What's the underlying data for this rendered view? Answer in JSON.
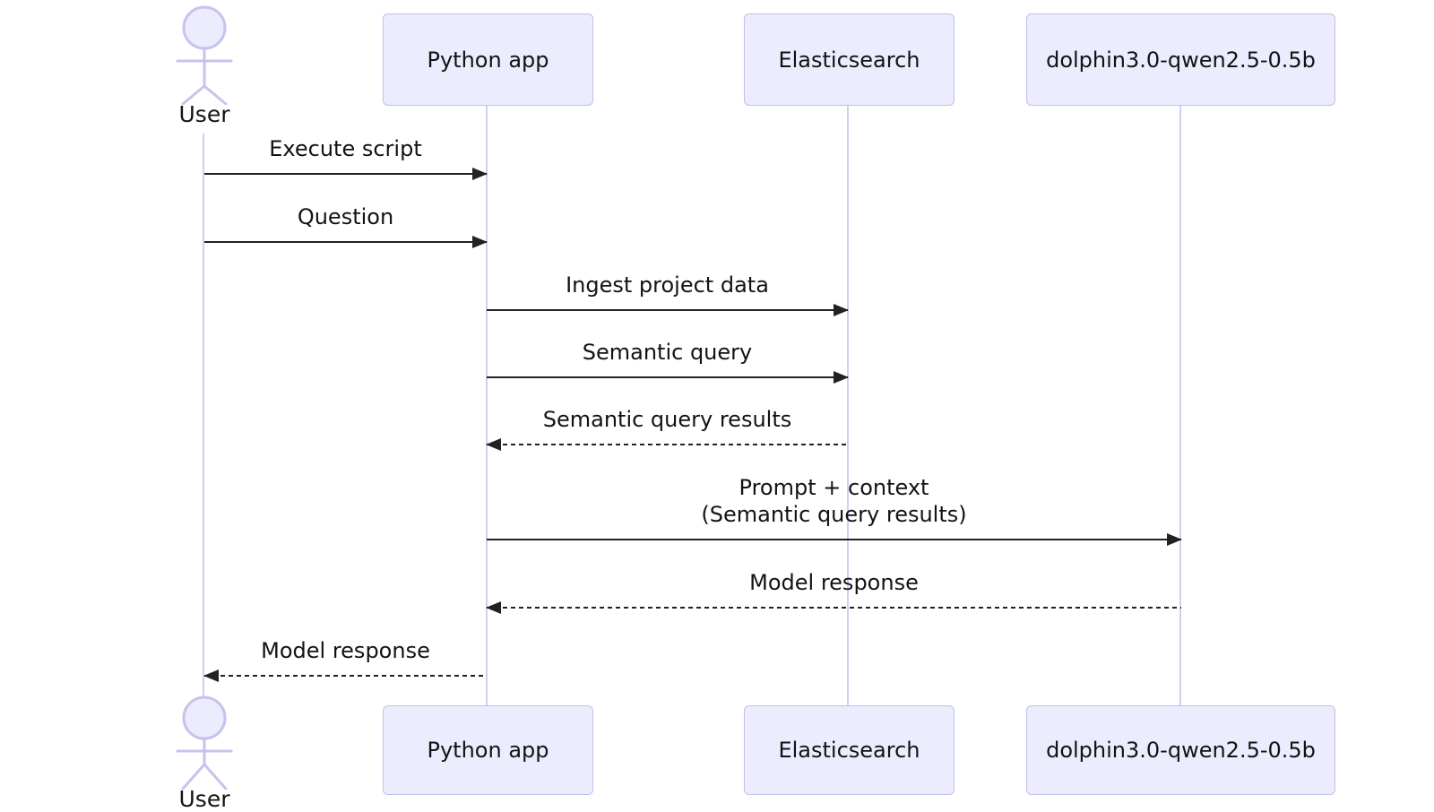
{
  "diagram": {
    "type": "sequence-diagram",
    "actors": [
      {
        "name": "User",
        "kind": "actor"
      },
      {
        "name": "Python app",
        "kind": "participant"
      },
      {
        "name": "Elasticsearch",
        "kind": "participant"
      },
      {
        "name": "dolphin3.0-qwen2.5-0.5b",
        "kind": "participant"
      }
    ],
    "messages": [
      {
        "from": "User",
        "to": "Python app",
        "label": "Execute script",
        "line": "solid",
        "direction": "right"
      },
      {
        "from": "User",
        "to": "Python app",
        "label": "Question",
        "line": "solid",
        "direction": "right"
      },
      {
        "from": "Python app",
        "to": "Elasticsearch",
        "label": "Ingest project data",
        "line": "solid",
        "direction": "right"
      },
      {
        "from": "Python app",
        "to": "Elasticsearch",
        "label": "Semantic query",
        "line": "solid",
        "direction": "right"
      },
      {
        "from": "Elasticsearch",
        "to": "Python app",
        "label": "Semantic query results",
        "line": "dashed",
        "direction": "left"
      },
      {
        "from": "Python app",
        "to": "dolphin3.0-qwen2.5-0.5b",
        "label": "Prompt + context\n(Semantic query results)",
        "line": "solid",
        "direction": "right"
      },
      {
        "from": "dolphin3.0-qwen2.5-0.5b",
        "to": "Python app",
        "label": "Model response",
        "line": "dashed",
        "direction": "left"
      },
      {
        "from": "Python app",
        "to": "User",
        "label": "Model response",
        "line": "dashed",
        "direction": "left"
      }
    ],
    "colors": {
      "participant_fill": "#ececff",
      "participant_border": "#c5beea",
      "lifeline": "#d4ccf4",
      "actor_stroke": "#c9c2ee",
      "message_line": "#222222",
      "text_color": "#131313",
      "background": "#ffffff"
    }
  }
}
